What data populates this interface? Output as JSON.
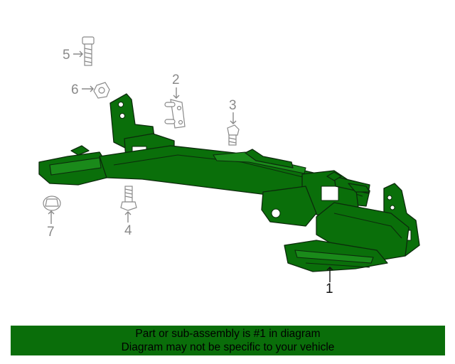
{
  "diagram": {
    "callouts": [
      {
        "number": "1"
      },
      {
        "number": "2"
      },
      {
        "number": "3"
      },
      {
        "number": "4"
      },
      {
        "number": "5"
      },
      {
        "number": "6"
      },
      {
        "number": "7"
      }
    ]
  },
  "banner": {
    "line1": "Part or sub-assembly is #1 in diagram",
    "line2": "Diagram may not be specific to your vehicle"
  },
  "colors": {
    "frame": "#0a6f0a",
    "banner": "#0a6e0a",
    "callout_gray": "#8a8a8a"
  }
}
